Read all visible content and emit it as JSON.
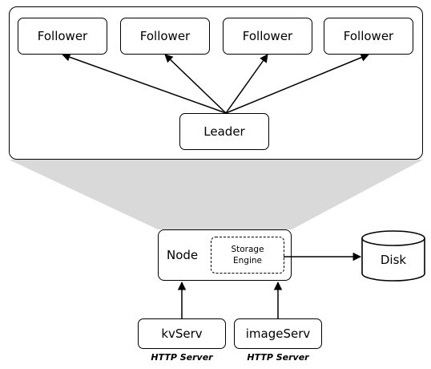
{
  "diagram": {
    "followers": [
      "Follower",
      "Follower",
      "Follower",
      "Follower"
    ],
    "leader": "Leader",
    "node": {
      "label": "Node",
      "storage_engine": [
        "Storage",
        "Engine"
      ]
    },
    "disk": "Disk",
    "servers": [
      {
        "label": "kvServ",
        "caption": "HTTP Server"
      },
      {
        "label": "imageServ",
        "caption": "HTTP Server"
      }
    ]
  },
  "colors": {
    "stroke": "#000000",
    "projection": "#d9d9d9",
    "fill": "#ffffff"
  }
}
